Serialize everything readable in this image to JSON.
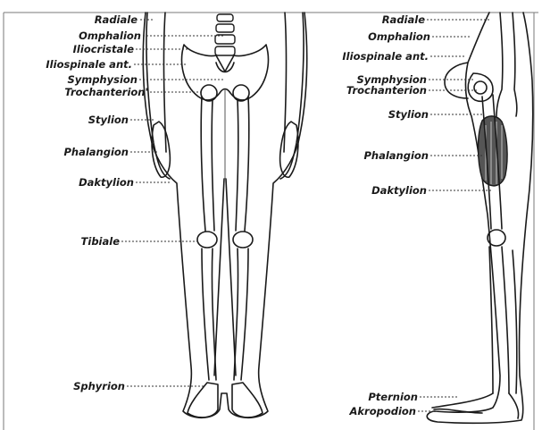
{
  "figure": {
    "front_view": {
      "labels": [
        {
          "text": "Radiale"
        },
        {
          "text": "Omphalion"
        },
        {
          "text": "Iliocristale"
        },
        {
          "text": "Iliospinale ant."
        },
        {
          "text": "Symphysion"
        },
        {
          "text": "Trochanterion'"
        },
        {
          "text": "Stylion"
        },
        {
          "text": "Phalangion"
        },
        {
          "text": "Daktylion"
        },
        {
          "text": "Tibiale"
        },
        {
          "text": "Sphyrion"
        }
      ]
    },
    "side_view": {
      "labels": [
        {
          "text": "Radiale"
        },
        {
          "text": "Omphalion"
        },
        {
          "text": "Iliospinale ant."
        },
        {
          "text": "Symphysion"
        },
        {
          "text": "Trochanterion"
        },
        {
          "text": "Stylion"
        },
        {
          "text": "Phalangion"
        },
        {
          "text": "Daktylion"
        },
        {
          "text": "Pternion"
        },
        {
          "text": "Akropodion"
        }
      ]
    }
  }
}
